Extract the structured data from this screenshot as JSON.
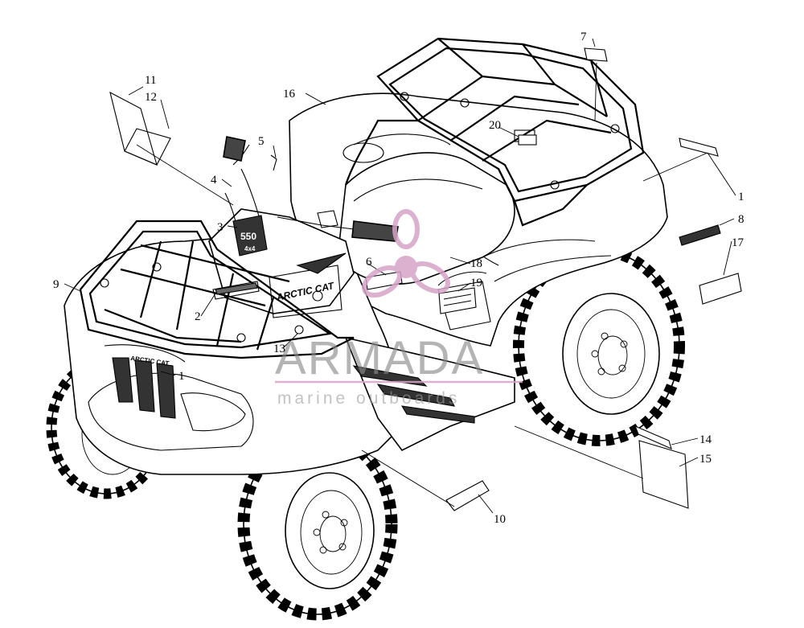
{
  "callouts": [
    {
      "id": "c1a",
      "label": "1"
    },
    {
      "id": "c1b",
      "label": "1"
    },
    {
      "id": "c2",
      "label": "2"
    },
    {
      "id": "c3",
      "label": "3"
    },
    {
      "id": "c4",
      "label": "4"
    },
    {
      "id": "c5",
      "label": "5"
    },
    {
      "id": "c6",
      "label": "6"
    },
    {
      "id": "c7",
      "label": "7"
    },
    {
      "id": "c8",
      "label": "8"
    },
    {
      "id": "c9",
      "label": "9"
    },
    {
      "id": "c10",
      "label": "10"
    },
    {
      "id": "c11",
      "label": "11"
    },
    {
      "id": "c12",
      "label": "12"
    },
    {
      "id": "c13",
      "label": "13"
    },
    {
      "id": "c14",
      "label": "14"
    },
    {
      "id": "c15",
      "label": "15"
    },
    {
      "id": "c16",
      "label": "16"
    },
    {
      "id": "c17",
      "label": "17"
    },
    {
      "id": "c18",
      "label": "18"
    },
    {
      "id": "c19",
      "label": "19"
    },
    {
      "id": "c20",
      "label": "20"
    }
  ],
  "decal_text": {
    "hood_brand": "ARCTIC CAT",
    "grille_brand": "ARCTIC CAT",
    "console_model": "550",
    "console_drive": "4x4"
  },
  "watermark": {
    "title": "ARMADA",
    "subtitle": "marine outboards",
    "color": "#d7a3c7"
  },
  "colors": {
    "line": "#000000",
    "background": "#ffffff"
  }
}
